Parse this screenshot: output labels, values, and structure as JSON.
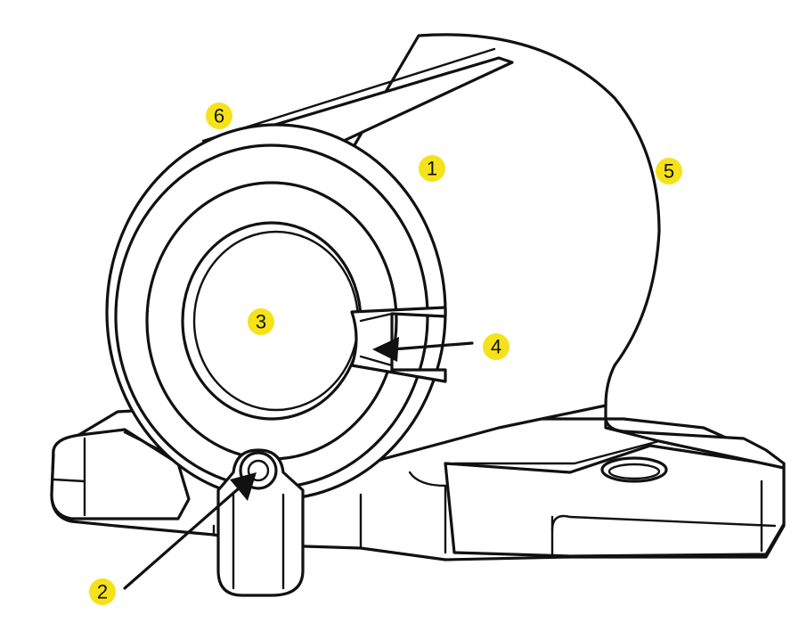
{
  "callouts": [
    {
      "id": "1",
      "label": "1"
    },
    {
      "id": "2",
      "label": "2"
    },
    {
      "id": "3",
      "label": "3"
    },
    {
      "id": "4",
      "label": "4"
    },
    {
      "id": "5",
      "label": "5"
    },
    {
      "id": "6",
      "label": "6"
    }
  ],
  "colors": {
    "callout_fill": "#f5e21a",
    "line": "#111111",
    "background": "#ffffff"
  }
}
